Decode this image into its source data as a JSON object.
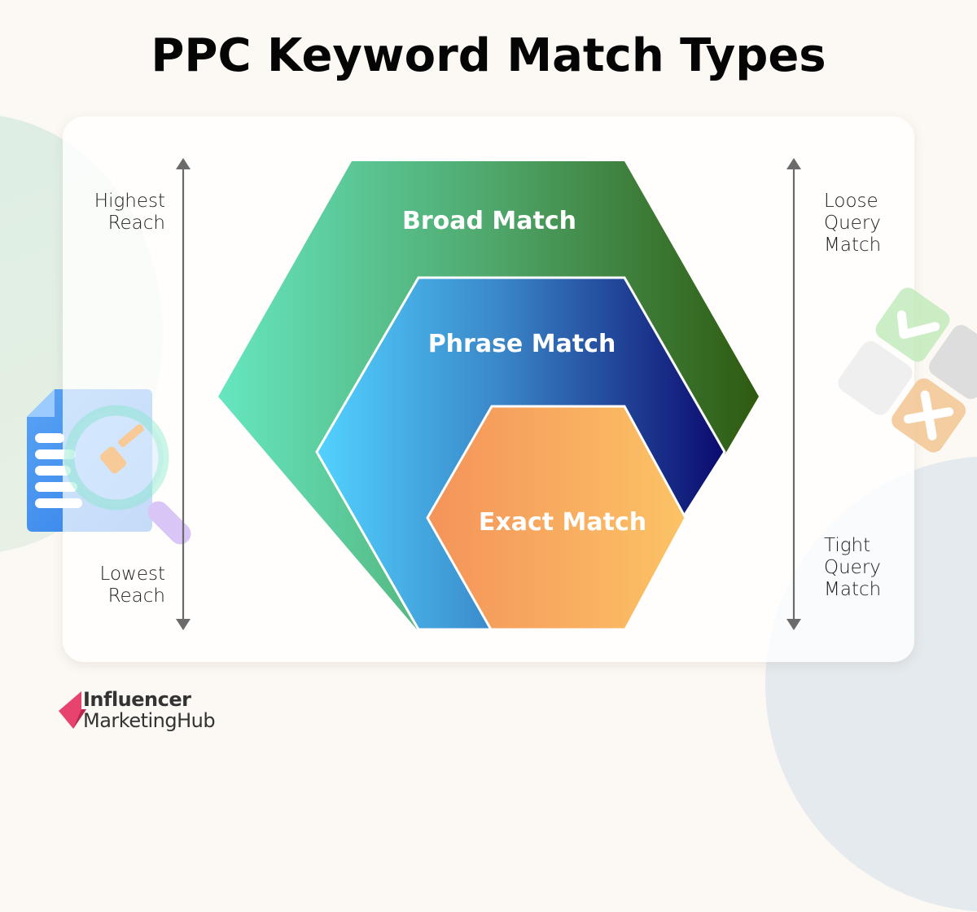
{
  "title": "PPC Keyword Match Types",
  "left_axis": {
    "top_label": [
      "Highest",
      "Reach"
    ],
    "bottom_label": [
      "Lowest",
      "Reach"
    ],
    "direction": "bidirectional-vertical-arrow"
  },
  "right_axis": {
    "top_label": [
      "Loose",
      "Query",
      "Match"
    ],
    "bottom_label": [
      "Tight",
      "Query",
      "Match"
    ],
    "direction": "bidirectional-vertical-arrow"
  },
  "hexagons": [
    {
      "label": "Broad Match",
      "gradient": [
        "#66e6c0",
        "#2f5a10"
      ]
    },
    {
      "label": "Phrase Match",
      "gradient": [
        "#52d2ff",
        "#0b0a6e"
      ]
    },
    {
      "label": "Exact Match",
      "gradient": [
        "#f4935a",
        "#fcc365"
      ]
    }
  ],
  "decorations": {
    "left": "document-with-magnifier-key-icon",
    "right": "check-cross-tiles-icon"
  },
  "brand": {
    "line1": "Influencer",
    "line2": "MarketingHub",
    "accent": "#e8436e"
  },
  "colors": {
    "background": "#fcf8f3",
    "card": "#ffffff",
    "arrow": "#6b6b6b"
  }
}
